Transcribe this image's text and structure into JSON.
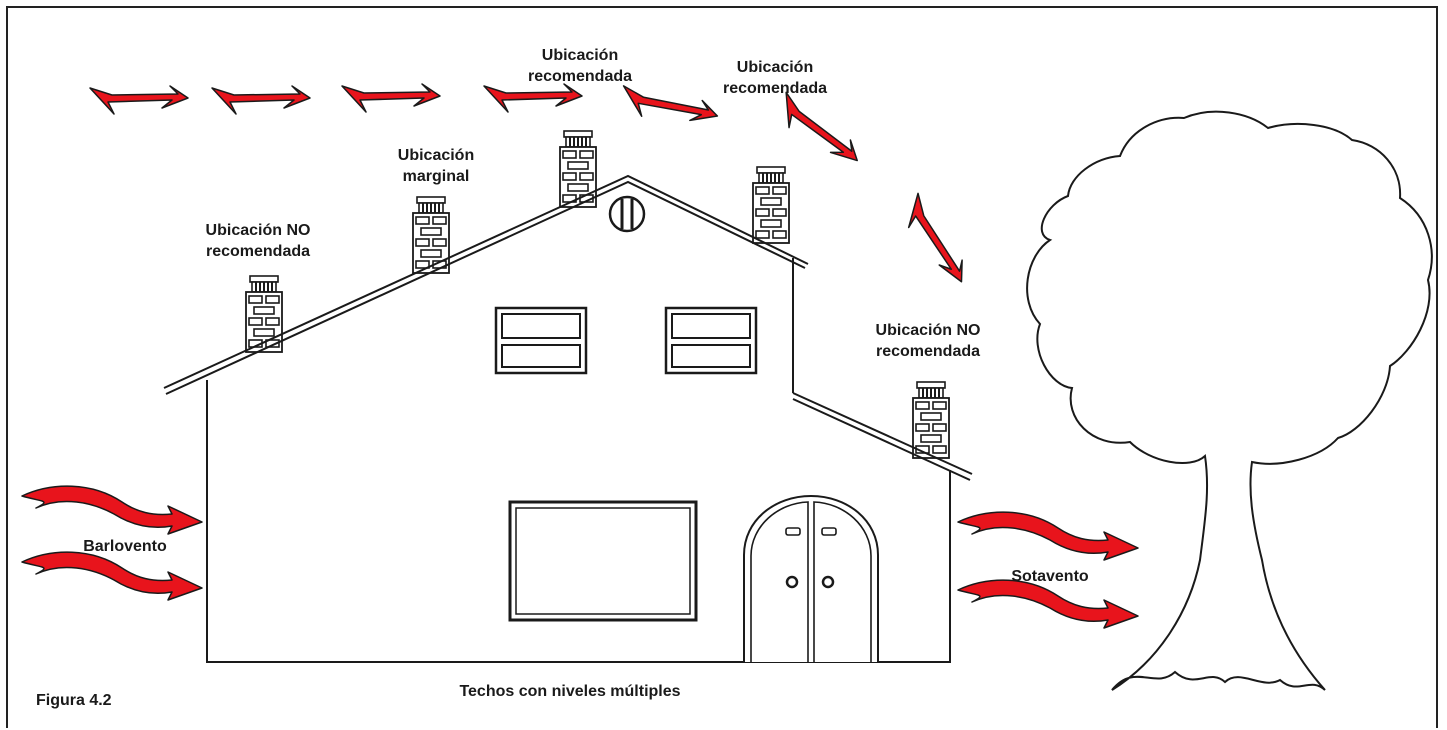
{
  "figure_label": "Figura 4.2",
  "caption": "Techos con niveles múltiples",
  "labels": {
    "not_recommended_left": [
      "Ubicación NO",
      "recomendada"
    ],
    "marginal": [
      "Ubicación",
      "marginal"
    ],
    "recommended_1": [
      "Ubicación",
      "recomendada"
    ],
    "recommended_2": [
      "Ubicación",
      "recomendada"
    ],
    "not_recommended_right": [
      "Ubicación NO",
      "recomendada"
    ],
    "windward": "Barlovento",
    "leeward": "Sotavento"
  },
  "colors": {
    "wind_arrow": "#e8141c",
    "outline": "#1a1a1a",
    "background": "#ffffff"
  }
}
